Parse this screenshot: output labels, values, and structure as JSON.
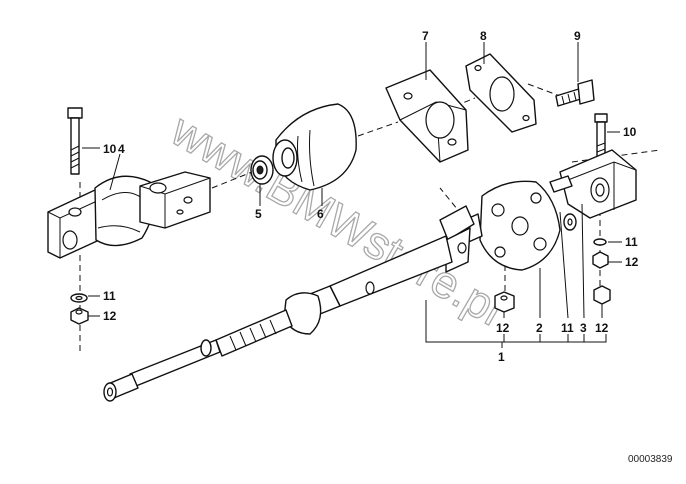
{
  "watermark": "www.BMWstore.pl",
  "reference_number": "00003839",
  "callouts": {
    "joint_left": "4",
    "bolt_left": "10",
    "washer_left": "11",
    "nut_left": "12",
    "seal": "5",
    "boot": "6",
    "flange_plate": "7",
    "gasket": "8",
    "bolt_top": "9",
    "bolt_right": "10",
    "washer_right": "11",
    "nut_right": "12",
    "nut_bottom_a": "12",
    "disc": "2",
    "washer_bottom": "11",
    "clamp": "3",
    "nut_bottom_b": "12",
    "assembly": "1"
  },
  "colors": {
    "line": "#111111",
    "watermark": "#9a9a9a"
  }
}
